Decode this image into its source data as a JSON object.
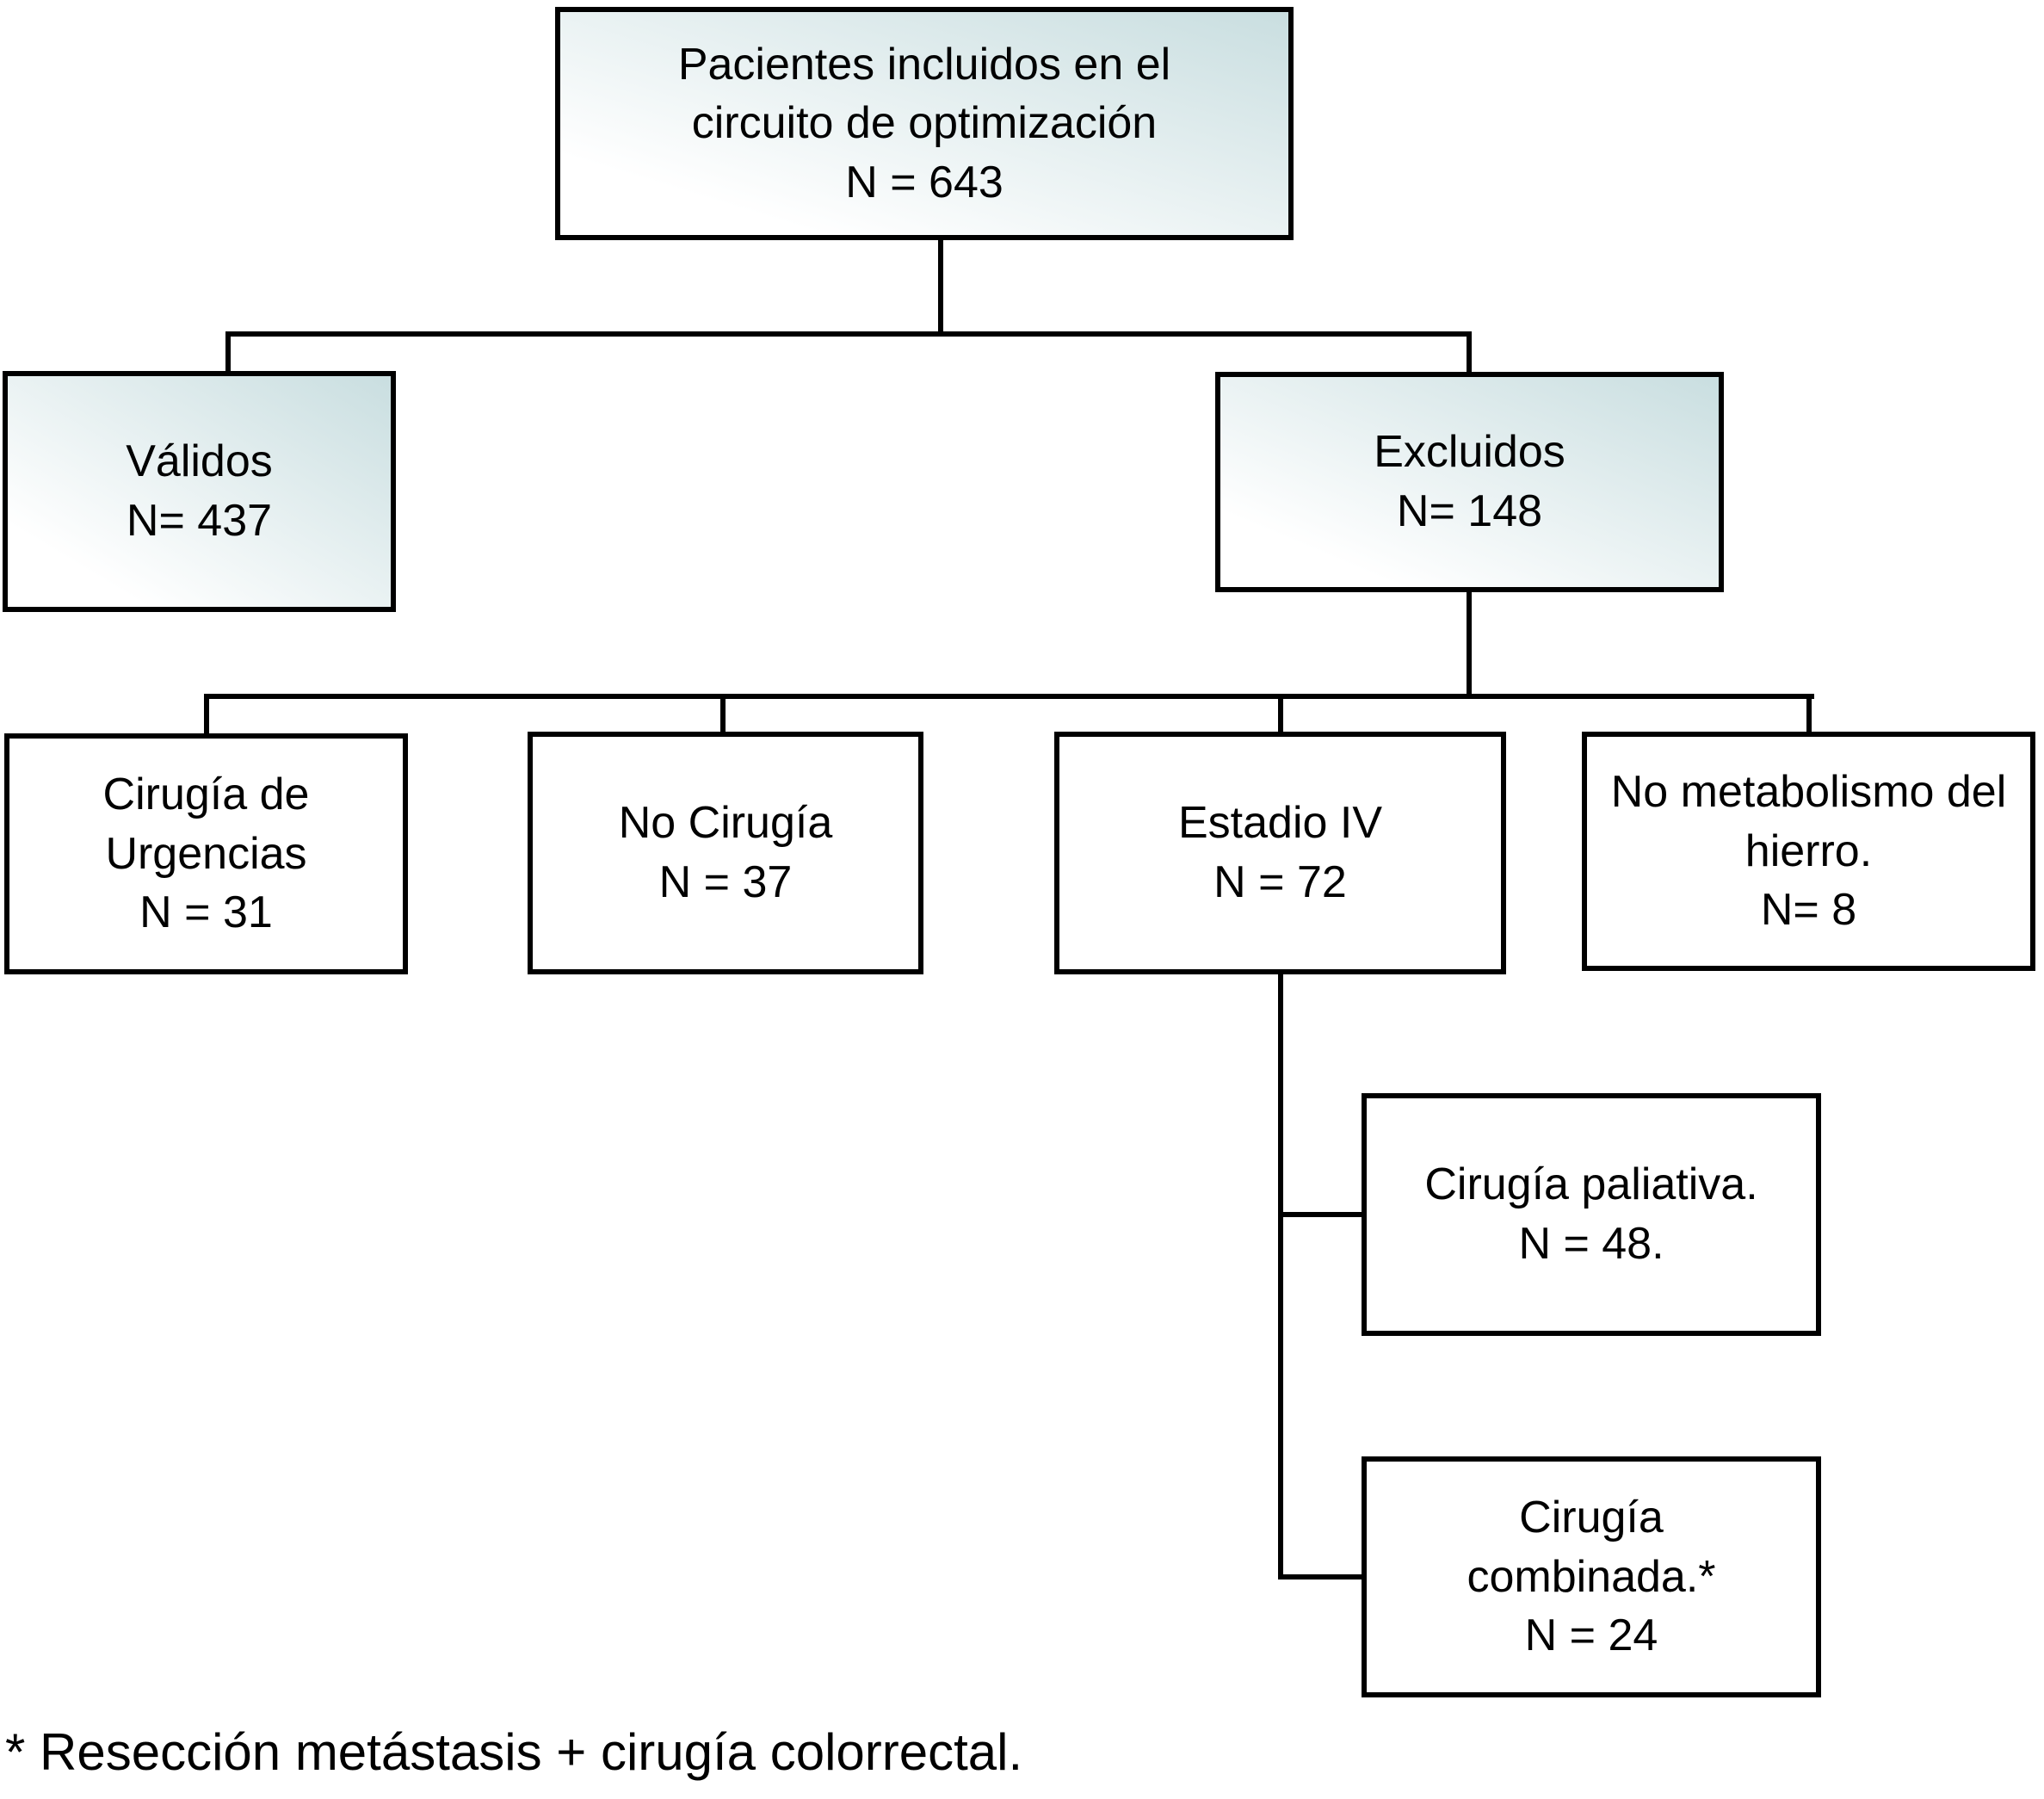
{
  "diagram": {
    "background": "#ffffff",
    "colors": {
      "border": "#000000",
      "connector": "#000000",
      "text": "#000000",
      "gradient_start": "#ffffff",
      "gradient_end": "#c9dee0"
    },
    "nodes": {
      "included": {
        "label": "Pacientes incluidos en el circuito de optimización",
        "n": 643,
        "lines": [
          "Pacientes incluidos en el",
          "circuito de optimización",
          "N = 643"
        ]
      },
      "validos": {
        "label": "Válidos",
        "n": 437,
        "lines": [
          "Válidos",
          "N= 437"
        ]
      },
      "excluidos": {
        "label": "Excluidos",
        "n": 148,
        "lines": [
          "Excluidos",
          "N= 148"
        ]
      },
      "cirugia_urgencias": {
        "label": "Cirugía de Urgencias",
        "n": 31,
        "lines": [
          "Cirugía de Urgencias",
          "N = 31"
        ]
      },
      "no_cirugia": {
        "label": "No Cirugía",
        "n": 37,
        "lines": [
          "No Cirugía",
          "N = 37"
        ]
      },
      "estadio_iv": {
        "label": "Estadio IV",
        "n": 72,
        "lines": [
          "Estadio IV",
          "N = 72"
        ]
      },
      "no_metabolismo": {
        "label": "No metabolismo del hierro.",
        "n": 8,
        "lines": [
          "No metabolismo del",
          "hierro.",
          "N= 8"
        ]
      },
      "cirugia_paliativa": {
        "label": "Cirugía paliativa.",
        "n": 48,
        "lines": [
          "Cirugía paliativa.",
          "N = 48."
        ]
      },
      "cirugia_combinada": {
        "label": "Cirugía combinada.*",
        "n": 24,
        "lines": [
          "Cirugía",
          "combinada.*",
          "N = 24"
        ]
      }
    },
    "edges": [
      [
        "included",
        "validos"
      ],
      [
        "included",
        "excluidos"
      ],
      [
        "excluidos",
        "cirugia_urgencias"
      ],
      [
        "excluidos",
        "no_cirugia"
      ],
      [
        "excluidos",
        "estadio_iv"
      ],
      [
        "excluidos",
        "no_metabolismo"
      ],
      [
        "estadio_iv",
        "cirugia_paliativa"
      ],
      [
        "estadio_iv",
        "cirugia_combinada"
      ]
    ],
    "footnote": "* Resección metástasis + cirugía colorrectal."
  }
}
